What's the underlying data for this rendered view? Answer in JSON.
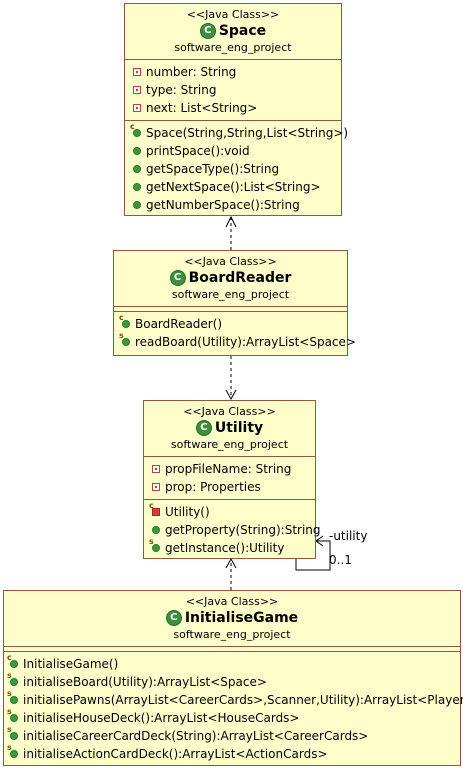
{
  "classes": {
    "space": {
      "stereotype": "<<Java Class>>",
      "name": "Space",
      "package": "software_eng_project",
      "attributes": [
        "number: String",
        "type: String",
        "next: List<String>"
      ],
      "methods": [
        "Space(String,String,List<String>)",
        "printSpace():void",
        "getSpaceType():String",
        "getNextSpace():List<String>",
        "getNumberSpace():String"
      ]
    },
    "boardreader": {
      "stereotype": "<<Java Class>>",
      "name": "BoardReader",
      "package": "software_eng_project",
      "methods": [
        "BoardReader()",
        "readBoard(Utility):ArrayList<Space>"
      ]
    },
    "utility": {
      "stereotype": "<<Java Class>>",
      "name": "Utility",
      "package": "software_eng_project",
      "attributes": [
        "propFileName: String",
        "prop: Properties"
      ],
      "methods": [
        "Utility()",
        "getProperty(String):String",
        "getInstance():Utility"
      ]
    },
    "initialisegame": {
      "stereotype": "<<Java Class>>",
      "name": "InitialiseGame",
      "package": "software_eng_project",
      "methods": [
        "InitialiseGame()",
        "initialiseBoard(Utility):ArrayList<Space>",
        "initialisePawns(ArrayList<CareerCards>,Scanner,Utility):ArrayList<Player>",
        "initialiseHouseDeck():ArrayList<HouseCards>",
        "initialiseCareerCardDeck(String):ArrayList<CareerCards>",
        "initialiseActionCardDeck():ArrayList<ActionCards>"
      ]
    }
  },
  "self_association": {
    "role": "-utility",
    "multiplicity": "0..1"
  },
  "class_icon_letter": "C",
  "colors": {
    "class_fill": "#ffffcc",
    "border": "#8c5a3c",
    "field_icon": "#c04040",
    "public_icon": "#3a9a3a",
    "private_icon": "#d04040"
  }
}
